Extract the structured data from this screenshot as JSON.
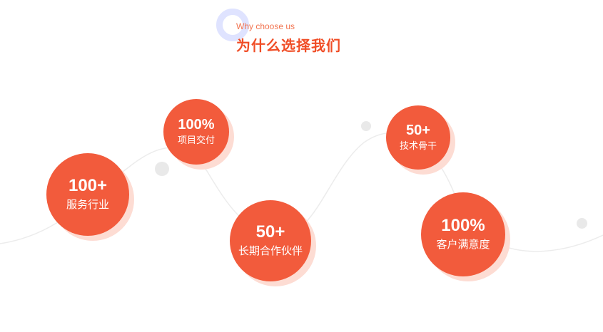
{
  "header": {
    "subtitle": "Why choose us",
    "title": "为什么选择我们"
  },
  "stats": [
    {
      "value": "100+",
      "label": "服务行业"
    },
    {
      "value": "100%",
      "label": "项目交付"
    },
    {
      "value": "50+",
      "label": "长期合作伙伴"
    },
    {
      "value": "50+",
      "label": "技术骨干"
    },
    {
      "value": "100%",
      "label": "客户满意度"
    }
  ],
  "colors": {
    "accent": "#f25b3c",
    "shadow": "#fddcd3",
    "ring": "#dfe3ff",
    "title": "#f04d26"
  }
}
